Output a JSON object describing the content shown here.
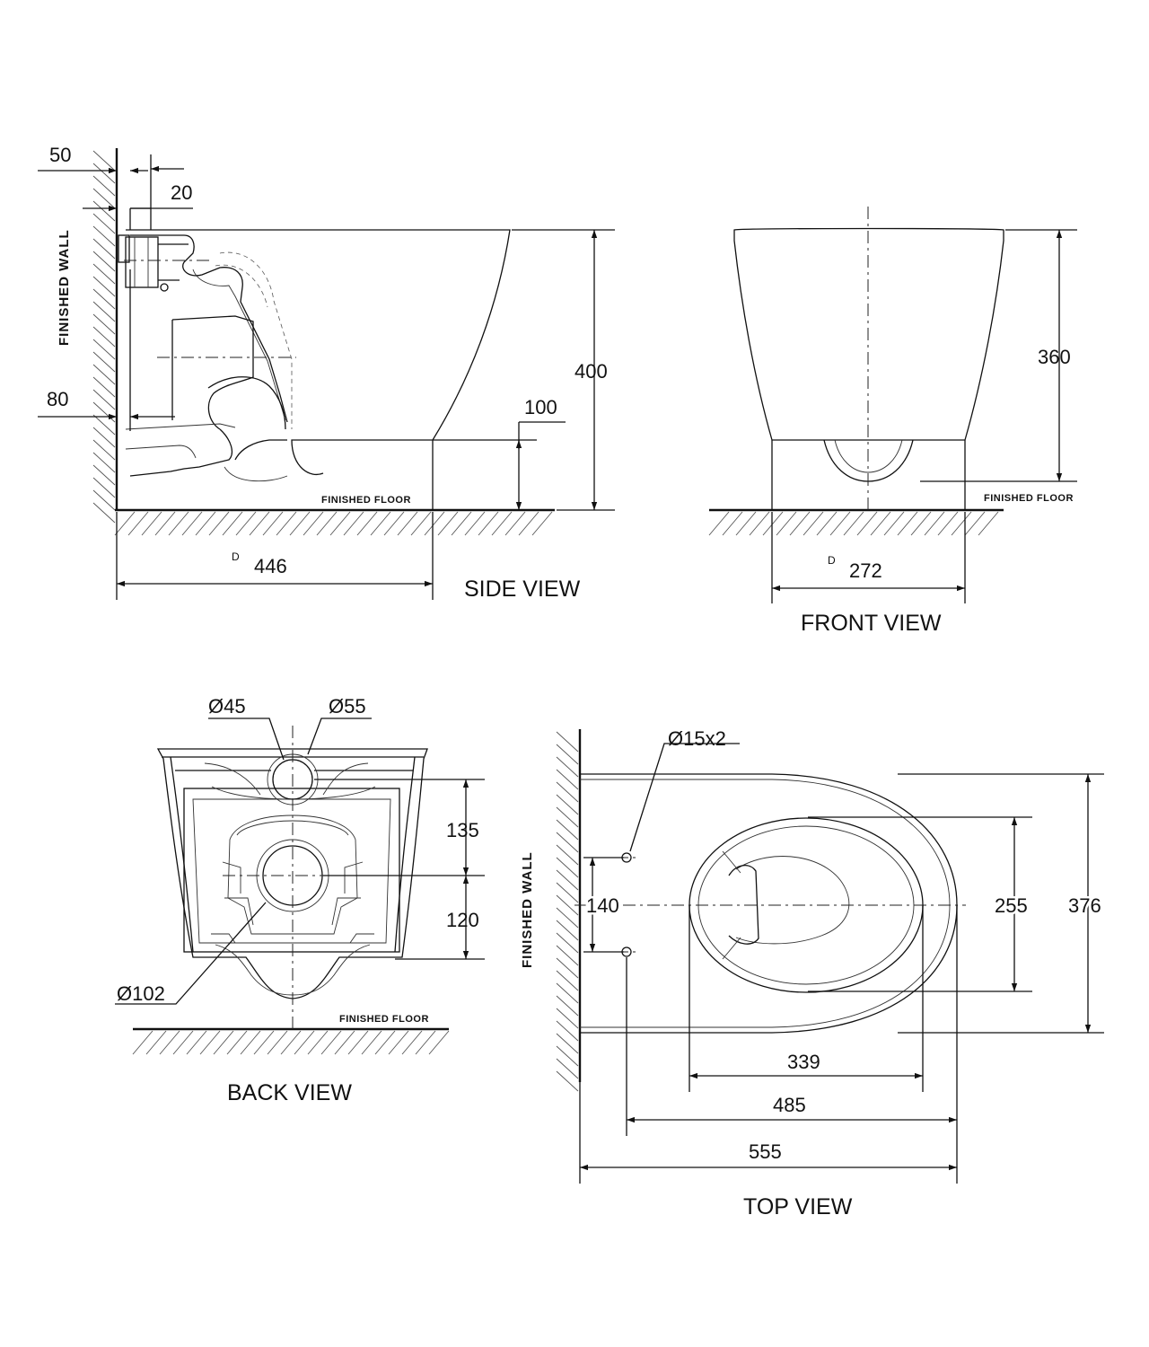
{
  "views": {
    "side": {
      "title": "SIDE VIEW",
      "wall_label": "FINISHED WALL",
      "floor_label": "FINISHED FLOOR",
      "dims": {
        "d50": "50",
        "d20": "20",
        "d80": "80",
        "d400": "400",
        "d100": "100",
        "d446": "446"
      },
      "depth_symbol": "D"
    },
    "front": {
      "title": "FRONT VIEW",
      "floor_label": "FINISHED FLOOR",
      "dims": {
        "d360": "360",
        "d272": "272"
      },
      "depth_symbol": "D"
    },
    "back": {
      "title": "BACK VIEW",
      "floor_label": "FINISHED FLOOR",
      "dims": {
        "phi45": "Ø45",
        "phi55": "Ø55",
        "d135": "135",
        "d120": "120",
        "phi102": "Ø102"
      }
    },
    "top": {
      "title": "TOP VIEW",
      "wall_label": "FINISHED WALL",
      "dims": {
        "phi15x2": "Ø15x2",
        "d140": "140",
        "d255": "255",
        "d376": "376",
        "d339": "339",
        "d485": "485",
        "d555": "555"
      }
    }
  }
}
